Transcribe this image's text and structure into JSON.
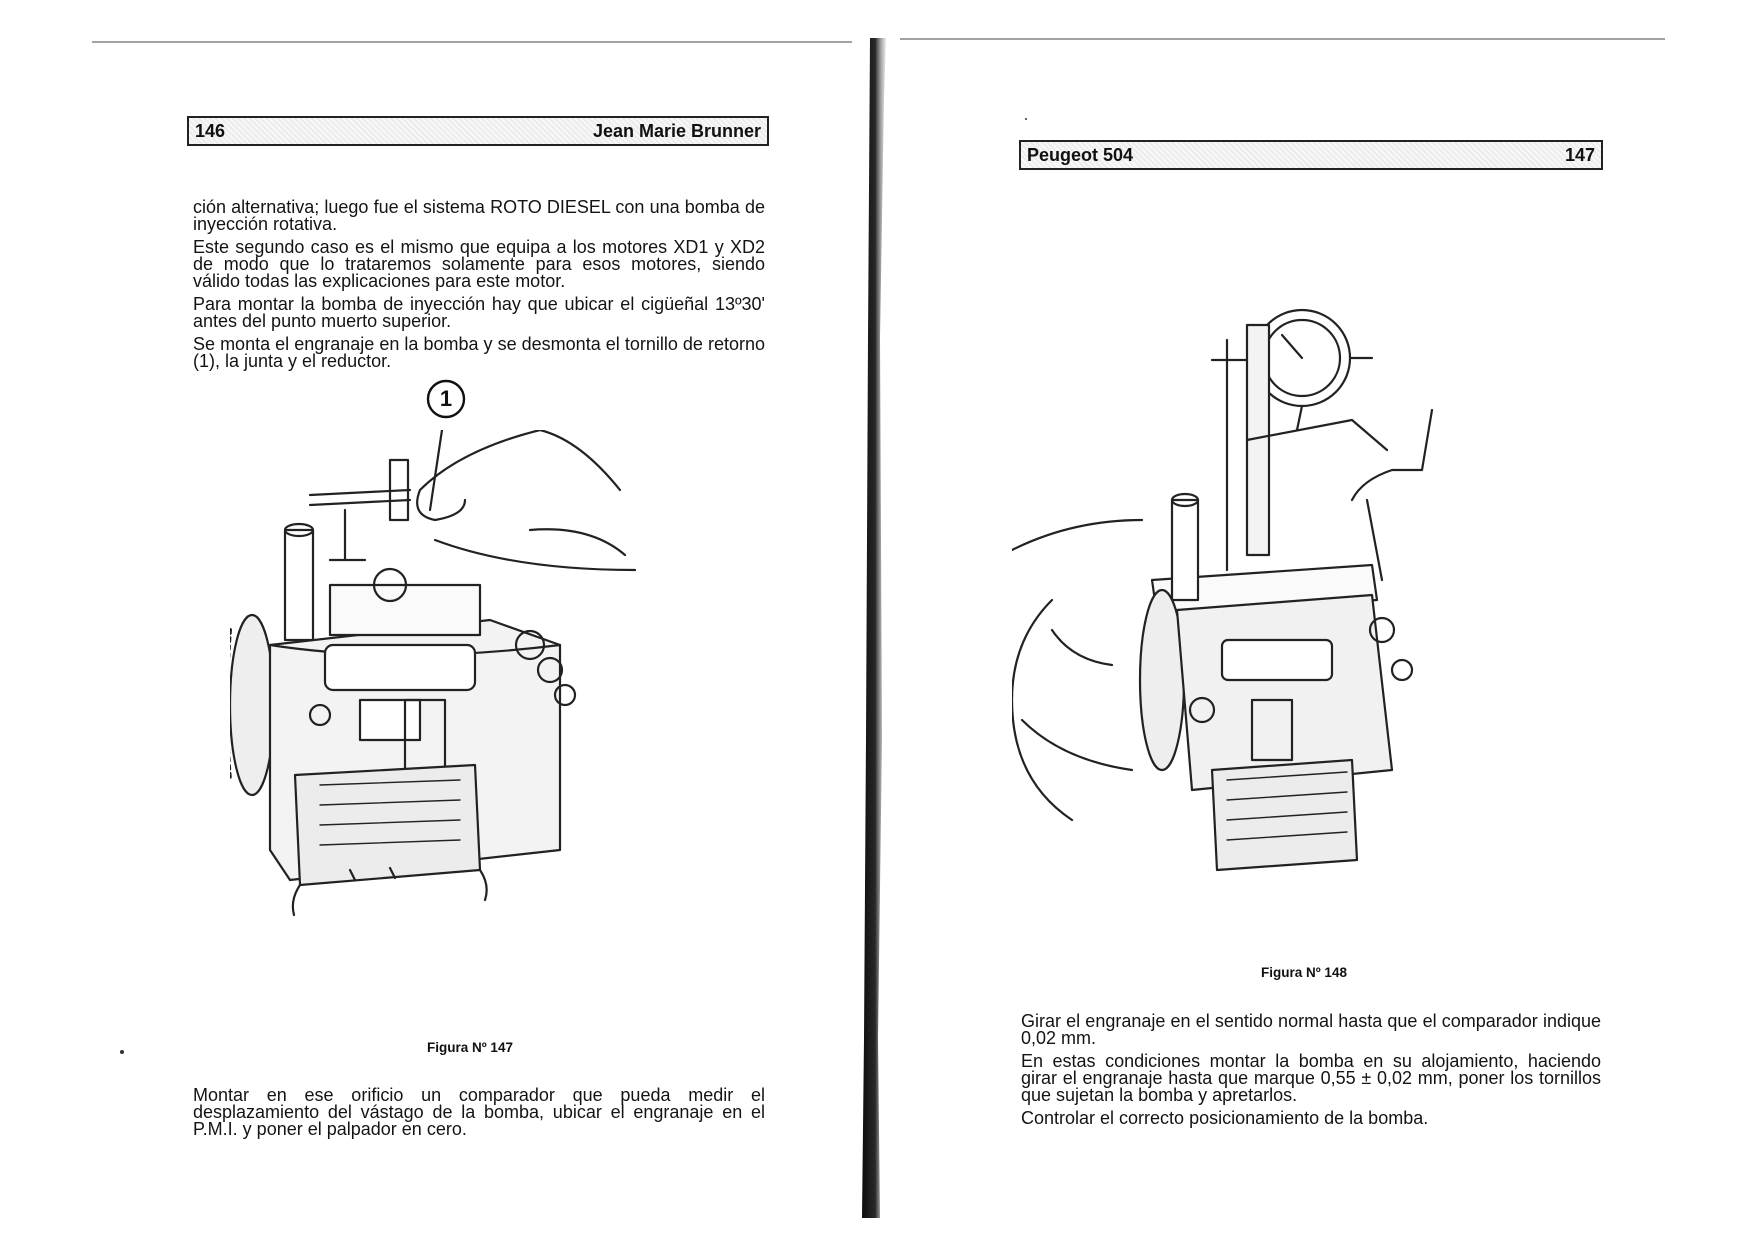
{
  "left_page": {
    "header": {
      "page_number": "146",
      "author": "Jean Marie Brunner"
    },
    "paragraphs_top": [
      "ción alternativa; luego fue el sistema ROTO DIESEL con una bomba de inyección rotativa.",
      "Este segundo caso es el mismo que equipa a los motores XD1 y XD2 de modo que lo trataremos solamente para esos motores, siendo válido todas las explicaciones para este motor.",
      "Para montar la bomba de inyección hay que ubicar el cigüeñal 13º30' antes del punto muerto superior.",
      "Se monta el engranaje en la bomba y se desmonta el tornillo de retorno (1), la junta y el reductor."
    ],
    "figure": {
      "callout": "1",
      "caption": "Figura Nº 147"
    },
    "paragraphs_bottom": [
      "Montar en ese orificio un comparador que pueda medir el desplazamiento del vástago de la bomba, ubicar el engranaje en el P.M.I. y poner el palpador en cero."
    ]
  },
  "right_page": {
    "header": {
      "title": "Peugeot 504",
      "page_number": "147"
    },
    "figure": {
      "caption": "Figura Nº 148"
    },
    "paragraphs": [
      "Girar el engranaje en el sentido normal hasta que el comparador indique 0,02 mm.",
      "En estas condiciones montar la bomba en su alojamiento, haciendo girar el engranaje hasta que marque 0,55 ± 0,02 mm, poner los tornillos que sujetan la bomba y apretarlos.",
      "Controlar el correcto posicionamiento de la bomba."
    ]
  }
}
